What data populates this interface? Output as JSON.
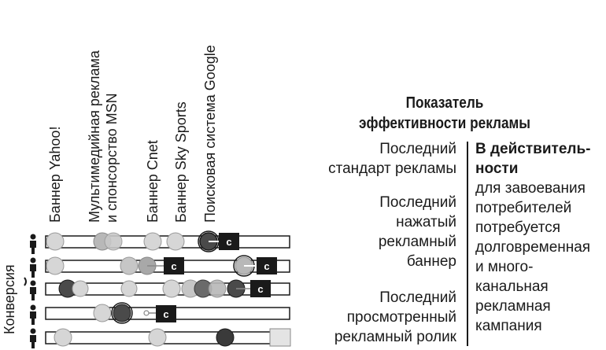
{
  "channels": [
    "Баннер Yahoo!",
    "Мультимедийная реклама",
    "и спонсорство MSN",
    "Баннер Cnet",
    "Баннер Sky Sports",
    "Поисковая система Google"
  ],
  "conversion_label": "Конверсия",
  "title": {
    "line1": "Показатель",
    "line2": "эффективности рекламы"
  },
  "models": [
    {
      "lines": [
        "Последний",
        "стандарт рекламы"
      ]
    },
    {
      "lines": [
        "Последний",
        "нажатый",
        "рекламный",
        "баннер"
      ]
    },
    {
      "lines": [
        "Последний",
        "просмотренный",
        "рекламный ролик"
      ]
    }
  ],
  "reality": {
    "heading_line1": "В действитель-",
    "heading_line2": "ности",
    "lines": [
      "для завоевания",
      "потребителей",
      "потребуется",
      "долговременная",
      "и много-",
      "канальная",
      "рекламная",
      "кампания"
    ]
  },
  "click_badge": "c",
  "colors": {
    "ink": "#1a1a1a",
    "light": "#d6d6d6",
    "mid": "#a8a8a8",
    "dark": "#4a4a4a"
  }
}
